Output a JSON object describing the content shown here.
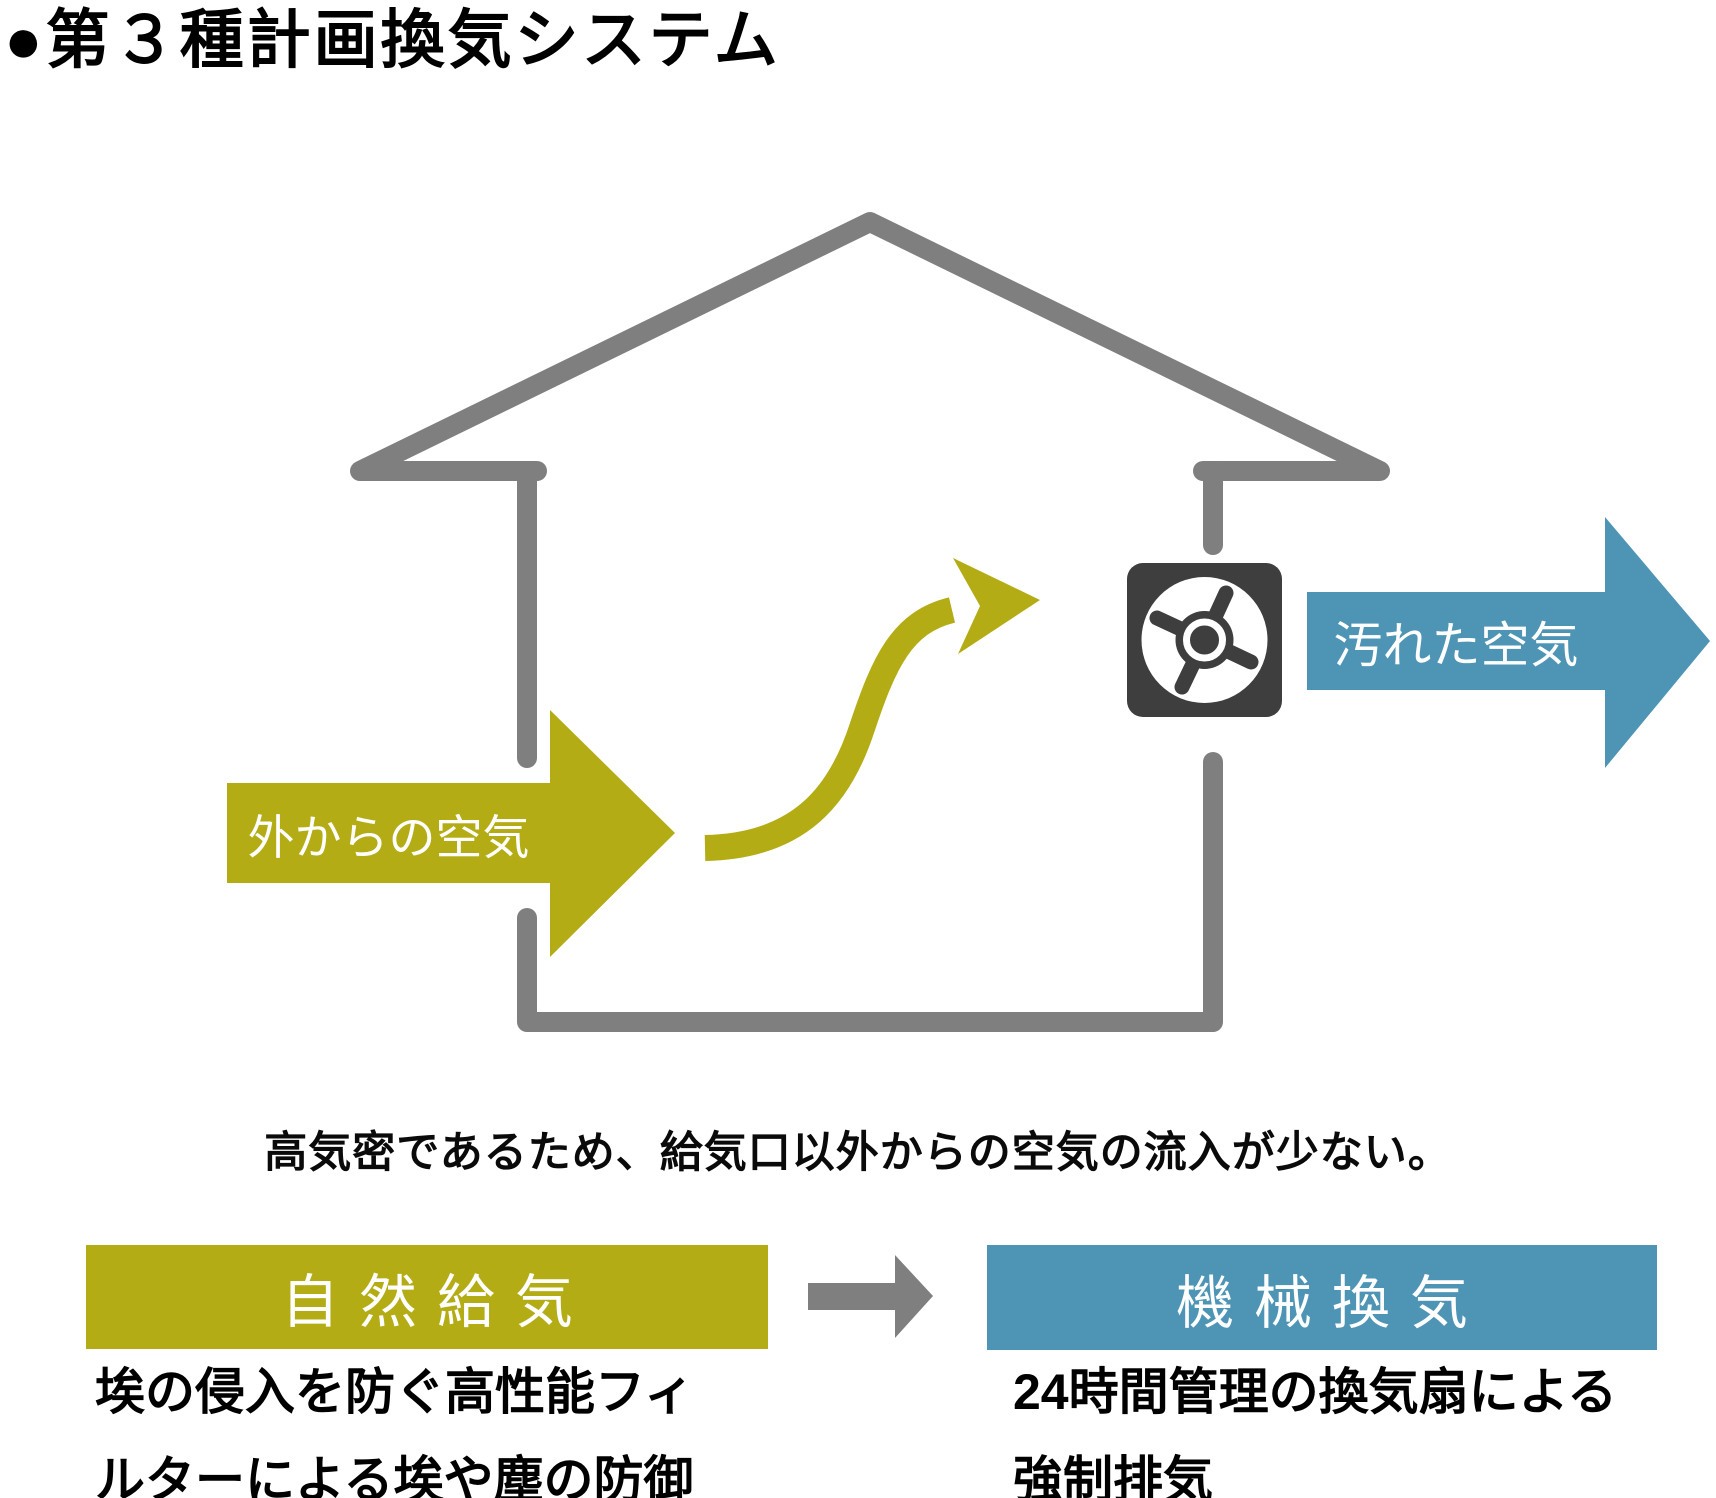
{
  "title": "●第３種計画換気システム",
  "colors": {
    "yellow": "#b4ac14",
    "blue": "#4d94b5",
    "gray": "#7f7f7f",
    "fan_dark": "#3e3e3e"
  },
  "diagram": {
    "supply_label": "外からの空気",
    "exhaust_label": "汚れた空気",
    "caption": "高気密であるため、給気口以外からの空気の流入が少ない。"
  },
  "legend": {
    "supply_title": "自然給気",
    "supply_desc_line1": "埃の侵入を防ぐ高性能フィ",
    "supply_desc_line2": "ルターによる埃や塵の防御",
    "exhaust_title": "機械換気",
    "exhaust_desc_line1": "24時間管理の換気扇による",
    "exhaust_desc_line2": "強制排気"
  }
}
